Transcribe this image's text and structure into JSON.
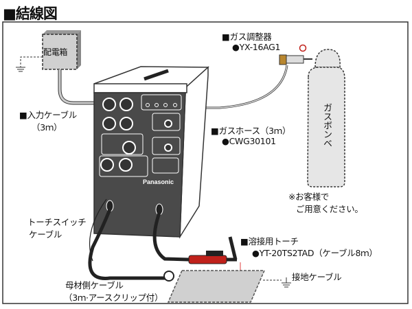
{
  "title": "■結線図",
  "panel_box": "配電箱",
  "input_cable": {
    "name": "■入力ケーブル",
    "length": "（3ｍ）"
  },
  "gas_regulator": {
    "name": "■ガス調整器",
    "model": "●YX-16AG1"
  },
  "gas_hose": {
    "name": "■ガスホース（3ｍ）",
    "model": "●CWG30101"
  },
  "gas_cylinder": {
    "name": "ガスボンベ",
    "note_line1": "※お客様で",
    "note_line2": "ご用意ください。"
  },
  "torch_switch_cable": {
    "line1": "トーチスイッチ",
    "line2": "ケーブル"
  },
  "welding_torch": {
    "name": "■溶接用トーチ",
    "model": "●YT-20TS2TAD（ケーブル8ｍ）"
  },
  "ground_cable": "接地ケーブル",
  "base_metal_cable": {
    "name": "母材側ケーブル",
    "detail": "（3ｍ·アースクリップ付）"
  },
  "machine": {
    "brand": "Panasonic"
  },
  "colors": {
    "panel": "#4a4a4a",
    "dashed_gray": "#d0d0d0",
    "torch_red": "#c0211b",
    "regulator_brass": "#b8862e"
  }
}
